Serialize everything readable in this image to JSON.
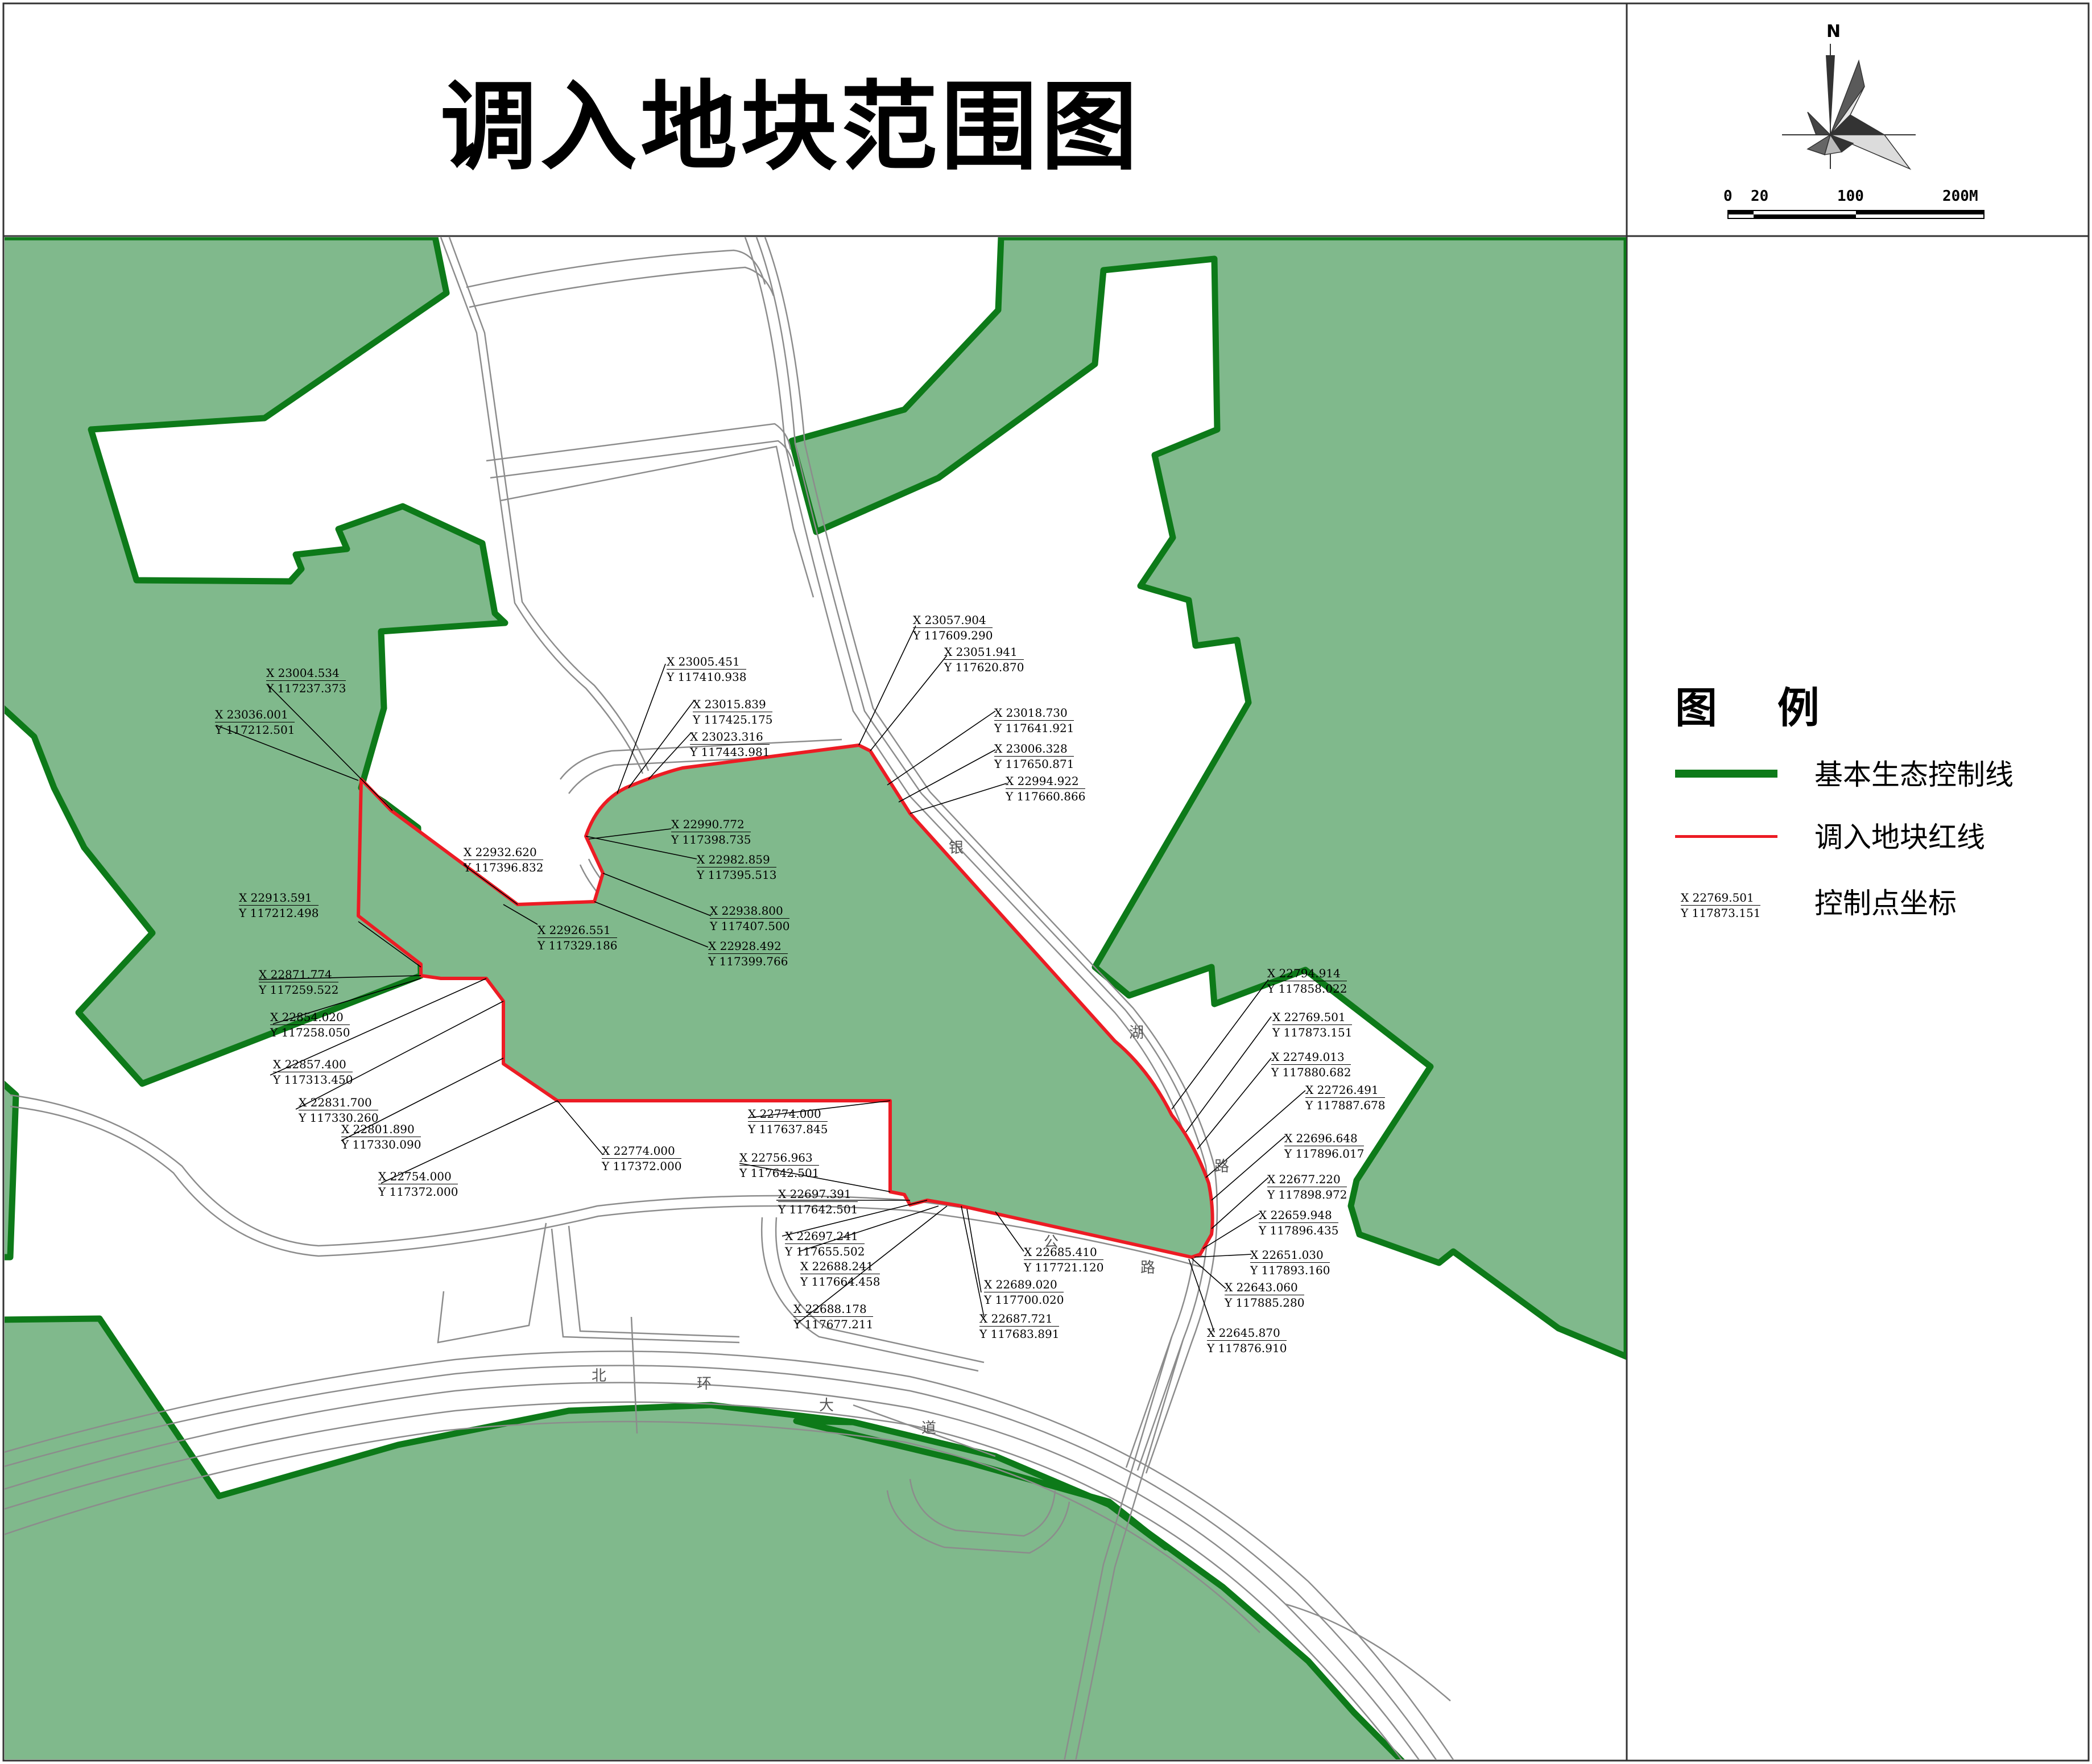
{
  "title": "调入地块范围图",
  "north_arrow": {
    "label": "N"
  },
  "scale_bar": {
    "labels": [
      "0",
      "20",
      "100",
      "200M"
    ]
  },
  "legend": {
    "title": "图 例",
    "items": [
      {
        "label": "基本生态控制线",
        "color": "#0d7a19",
        "icon": "thick-green-line"
      },
      {
        "label": "调入地块红线",
        "color": "#ec1c24",
        "icon": "thin-red-line"
      },
      {
        "label": "控制点坐标",
        "icon": "coordinate-label",
        "sample": [
          "X 22769.501",
          "Y 117873.151"
        ]
      }
    ]
  },
  "colors": {
    "eco_fill": "#80b98c",
    "eco_line": "#0d7a19",
    "parcel_line": "#ec1c24",
    "road": "#8c8c8c"
  },
  "road_labels": [
    "银",
    "湖",
    "路",
    "公",
    "路",
    "北",
    "环",
    "大",
    "道"
  ],
  "coordinates": [
    [
      "X 23004.534",
      "Y 117237.373"
    ],
    [
      "X 23036.001",
      "Y 117212.501"
    ],
    [
      "X 23005.451",
      "Y 117410.938"
    ],
    [
      "X 23015.839",
      "Y 117425.175"
    ],
    [
      "X 23023.316",
      "Y 117443.981"
    ],
    [
      "X 23057.904",
      "Y 117609.290"
    ],
    [
      "X 23051.941",
      "Y 117620.870"
    ],
    [
      "X 23018.730",
      "Y 117641.921"
    ],
    [
      "X 23006.328",
      "Y 117650.871"
    ],
    [
      "X 22994.922",
      "Y 117660.866"
    ],
    [
      "X 22990.772",
      "Y 117398.735"
    ],
    [
      "X 22982.859",
      "Y 117395.513"
    ],
    [
      "X 22932.620",
      "Y 117396.832"
    ],
    [
      "X 22938.800",
      "Y 117407.500"
    ],
    [
      "X 22926.551",
      "Y 117329.186"
    ],
    [
      "X 22928.492",
      "Y 117399.766"
    ],
    [
      "X 22913.591",
      "Y 117212.498"
    ],
    [
      "X 22871.774",
      "Y 117259.522"
    ],
    [
      "X 22854.020",
      "Y 117258.050"
    ],
    [
      "X 22857.400",
      "Y 117313.450"
    ],
    [
      "X 22831.700",
      "Y 117330.260"
    ],
    [
      "X 22801.890",
      "Y 117330.090"
    ],
    [
      "X 22754.000",
      "Y 117372.000"
    ],
    [
      "X 22774.000",
      "Y 117372.000"
    ],
    [
      "X 22774.000",
      "Y 117637.845"
    ],
    [
      "X 22756.963",
      "Y 117642.501"
    ],
    [
      "X 22697.391",
      "Y 117642.501"
    ],
    [
      "X 22697.241",
      "Y 117655.502"
    ],
    [
      "X 22688.241",
      "Y 117664.458"
    ],
    [
      "X 22688.178",
      "Y 117677.211"
    ],
    [
      "X 22689.020",
      "Y 117700.020"
    ],
    [
      "X 22687.721",
      "Y 117683.891"
    ],
    [
      "X 22685.410",
      "Y 117721.120"
    ],
    [
      "X 22794.914",
      "Y 117858.022"
    ],
    [
      "X 22769.501",
      "Y 117873.151"
    ],
    [
      "X 22749.013",
      "Y 117880.682"
    ],
    [
      "X 22726.491",
      "Y 117887.678"
    ],
    [
      "X 22696.648",
      "Y 117896.017"
    ],
    [
      "X 22677.220",
      "Y 117898.972"
    ],
    [
      "X 22659.948",
      "Y 117896.435"
    ],
    [
      "X 22651.030",
      "Y 117893.160"
    ],
    [
      "X 22643.060",
      "Y 117885.280"
    ],
    [
      "X 22645.870",
      "Y 117876.910"
    ]
  ]
}
